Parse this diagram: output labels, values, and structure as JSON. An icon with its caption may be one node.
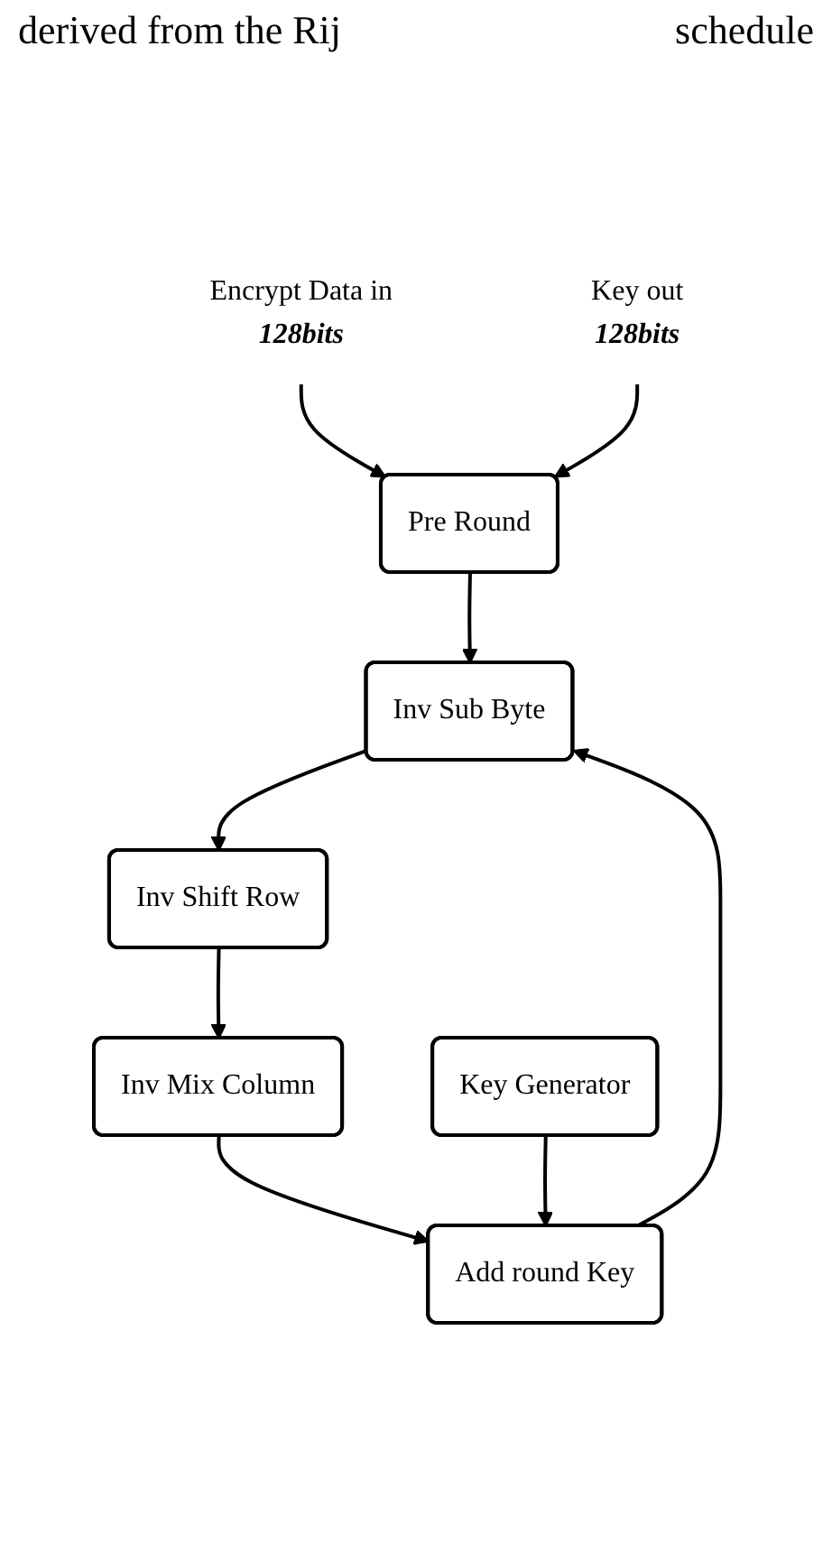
{
  "diagram": {
    "nodes": [
      {
        "text": [
          "Encrypt Data in",
          "128bits"
        ]
      },
      {
        "text": [
          "Key out",
          "128bits"
        ]
      },
      {
        "text": [
          "Pre Round"
        ]
      },
      {
        "text": [
          "Inv Sub Byte"
        ]
      },
      {
        "text": [
          "Inv Shift Row"
        ]
      },
      {
        "text": [
          "Inv Mix Column"
        ]
      },
      {
        "text": [
          "Add round Key"
        ]
      },
      {
        "text": [
          "Key Generator"
        ]
      }
    ],
    "edges": [
      {
        "from": 0,
        "to": 2,
        "arrow": "to"
      },
      {
        "from": 1,
        "to": 2,
        "arrow": "to"
      },
      {
        "from": 2,
        "to": 3,
        "arrow": "to"
      },
      {
        "from": 3,
        "to": 4,
        "arrow": "to"
      },
      {
        "from": 4,
        "to": 5,
        "arrow": "to"
      },
      {
        "from": 5,
        "to": 6,
        "arrow": "to"
      },
      {
        "from": 7,
        "to": 6,
        "arrow": "to"
      },
      {
        "from": 6,
        "to": 3,
        "arrow": "to"
      }
    ],
    "labels": [
      "derived from the Rij",
      "schedule"
    ]
  }
}
